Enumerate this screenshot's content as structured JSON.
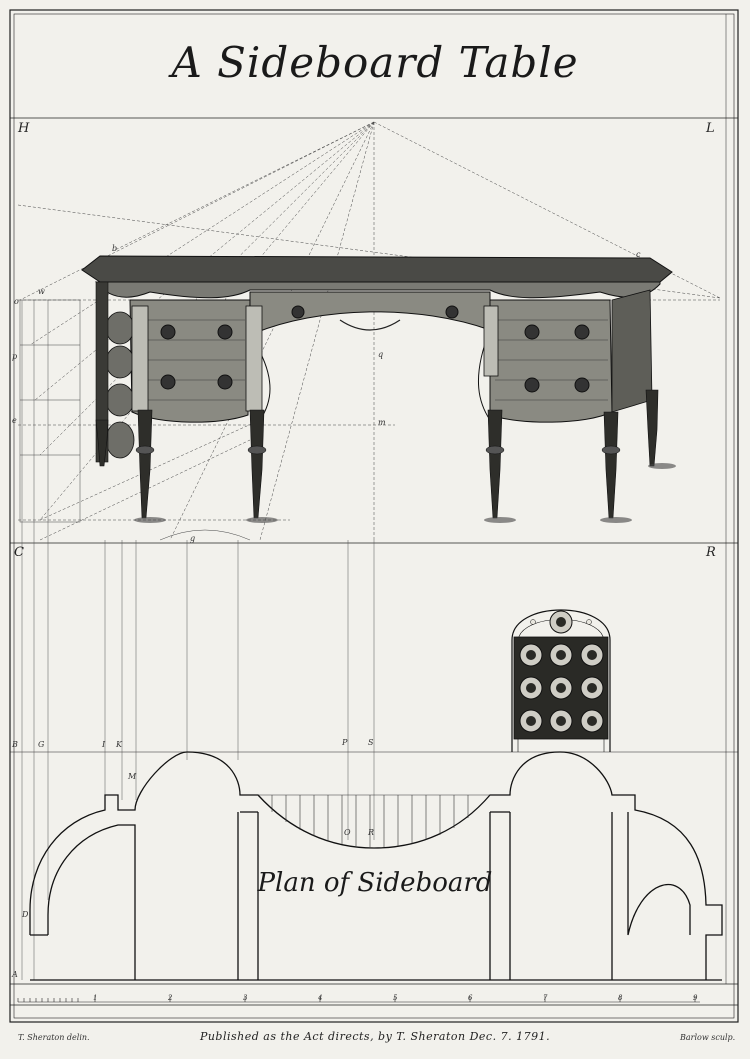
{
  "plate": {
    "title": "A Sideboard Table",
    "plan_title": "Plan of Sideboard",
    "publication_line": "Published as the Act directs, by T. Sheraton Dec. 7. 1791.",
    "credit_left": "T. Sheraton delin.",
    "credit_right": "Barlow sculp."
  },
  "corner_letters": {
    "top_left": "H",
    "top_right": "L",
    "mid_left": "C",
    "mid_right": "R"
  },
  "construction_letters": {
    "b": "b",
    "c": "c",
    "q": "q",
    "m": "m",
    "o": "o",
    "w": "w",
    "p": "p",
    "e": "e",
    "g": "g",
    "P": "P",
    "S": "S",
    "O": "O",
    "R": "R",
    "B": "B",
    "G": "G",
    "I": "I",
    "K": "K",
    "M": "M",
    "D": "D",
    "A": "A"
  },
  "scale": {
    "numbers": [
      "1",
      "2",
      "3",
      "4",
      "5",
      "6",
      "7",
      "8",
      "9"
    ]
  },
  "colors": {
    "paper": "#f2f1ec",
    "ink": "#1c1c1c"
  }
}
